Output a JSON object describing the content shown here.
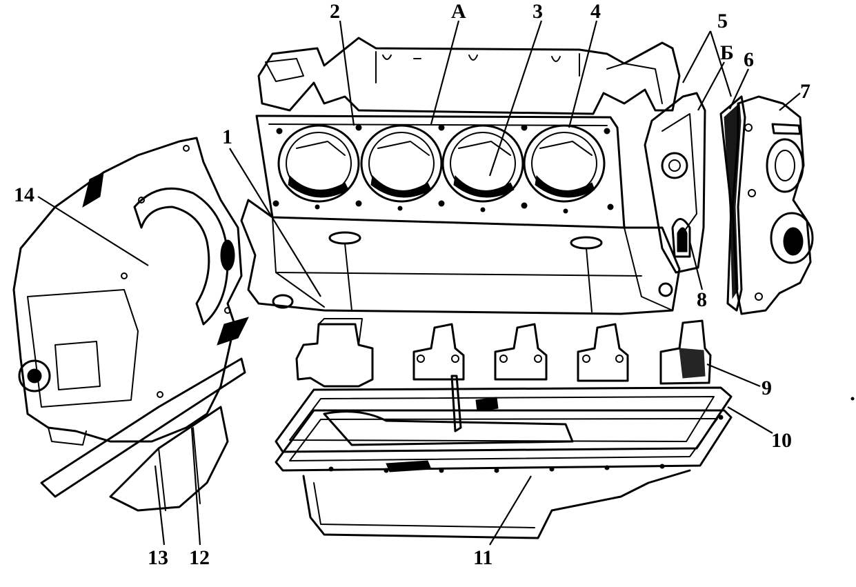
{
  "figure": {
    "subject": "engine-block-exploded-view",
    "callouts": [
      {
        "id": "c1",
        "label": "1"
      },
      {
        "id": "c2",
        "label": "2"
      },
      {
        "id": "cA",
        "label": "А"
      },
      {
        "id": "c3",
        "label": "3"
      },
      {
        "id": "c4",
        "label": "4"
      },
      {
        "id": "c5",
        "label": "5"
      },
      {
        "id": "cB",
        "label": "Б"
      },
      {
        "id": "c6",
        "label": "6"
      },
      {
        "id": "c7",
        "label": "7"
      },
      {
        "id": "c8",
        "label": "8"
      },
      {
        "id": "c9",
        "label": "9"
      },
      {
        "id": "c10",
        "label": "10"
      },
      {
        "id": "c11",
        "label": "11"
      },
      {
        "id": "c12",
        "label": "12"
      },
      {
        "id": "c13",
        "label": "13"
      },
      {
        "id": "c14",
        "label": "14"
      }
    ]
  }
}
